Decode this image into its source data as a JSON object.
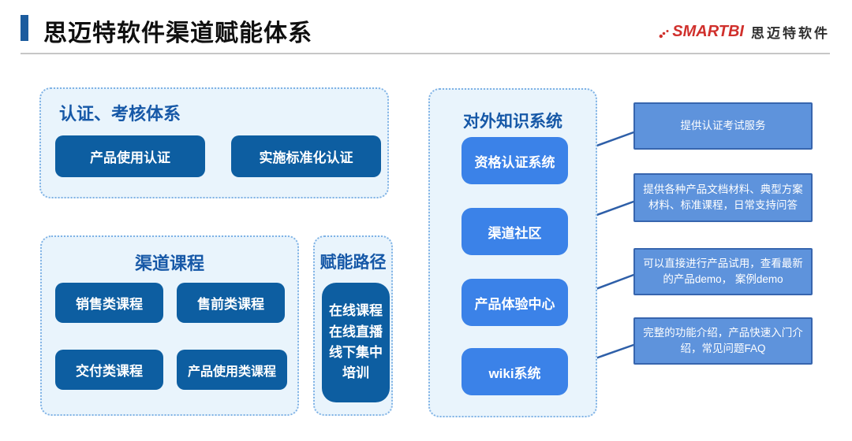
{
  "header": {
    "title": "思迈特软件渠道赋能体系",
    "logo": {
      "brand": "SMARTBI",
      "suffix": "思迈特软件"
    }
  },
  "colors": {
    "accent_bar": "#1C5C9E",
    "heading_blue": "#1658A7",
    "dark_button": "#0D5EA1",
    "bright_button": "#3B82E8",
    "desc_fill": "#5E93DC",
    "desc_border": "#3765AE",
    "connector": "#2E5FA8",
    "panel_bg": "#E9F4FC",
    "panel_border": "#7FB2E5",
    "logo_red": "#D0302C"
  },
  "panels": {
    "certification": {
      "title": "认证、考核体系",
      "buttons": [
        "产品使用认证",
        "实施标准化认证"
      ]
    },
    "courses": {
      "title": "渠道课程",
      "buttons": [
        "销售类课程",
        "售前类课程",
        "交付类课程",
        "产品使用类课程"
      ]
    },
    "path": {
      "title": "赋能路径",
      "button": "在线课程\n在线直播\n线下集中\n培训"
    },
    "knowledge": {
      "title": "对外知识系统",
      "systems": [
        {
          "label": "资格认证系统",
          "description": "提供认证考试服务"
        },
        {
          "label": "渠道社区",
          "description": "提供各种产品文档材料、典型方案材料、标准课程，日常支持问答"
        },
        {
          "label": "产品体验中心",
          "description": "可以直接进行产品试用，查看最新的产品demo， 案例demo"
        },
        {
          "label": "wiki系统",
          "description": "完整的功能介绍，产品快速入门介绍，常见问题FAQ"
        }
      ]
    }
  }
}
